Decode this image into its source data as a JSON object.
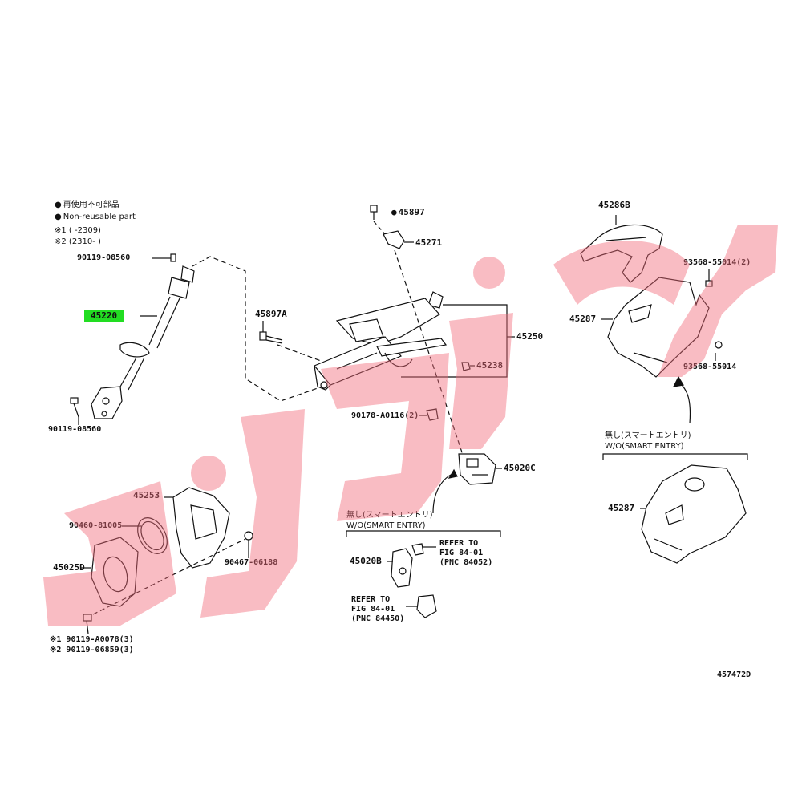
{
  "legend": {
    "non_reusable_jp": "再使用不可部品",
    "non_reusable_en": "Non-reusable part",
    "note1": "※1 (        -2309)",
    "note2": "※2 (2310-         )"
  },
  "parts": {
    "p90119_top": "90119-08560",
    "p45220": "45220",
    "p90119_bottom": "90119-08560",
    "p45897": "45897",
    "p45271": "45271",
    "p45897A": "45897A",
    "p45250": "45250",
    "p45238": "45238",
    "p90178": "90178-A0116(2)",
    "p45020C": "45020C",
    "p45286B": "45286B",
    "p93568_2": "93568-55014(2)",
    "p45287_top": "45287",
    "p93568": "93568-55014",
    "p45287_bottom": "45287",
    "p45253": "45253",
    "p90460": "90460-81005",
    "p90467": "90467-06188",
    "p45025D": "45025D",
    "p90119_a": "※1 90119-A0078(3)",
    "p90119_b": "※2 90119-06859(3)",
    "p45020B": "45020B"
  },
  "conditions": {
    "smart_entry_left_jp": "無し(スマートエントリ)",
    "smart_entry_left_en": "W/O(SMART ENTRY)",
    "smart_entry_right_jp": "無し(スマートエントリ)",
    "smart_entry_right_en": "W/O(SMART ENTRY)"
  },
  "refs": {
    "ref1_line1": "REFER TO",
    "ref1_line2": "FIG 84-01",
    "ref1_line3": "(PNC 84052)",
    "ref2_line1": "REFER TO",
    "ref2_line2": "FIG 84-01",
    "ref2_line3": "(PNC 84450)"
  },
  "figure_id": "457472D",
  "colors": {
    "highlight": "#22dd22",
    "watermark": "#f26b7a",
    "ink": "#111111"
  }
}
